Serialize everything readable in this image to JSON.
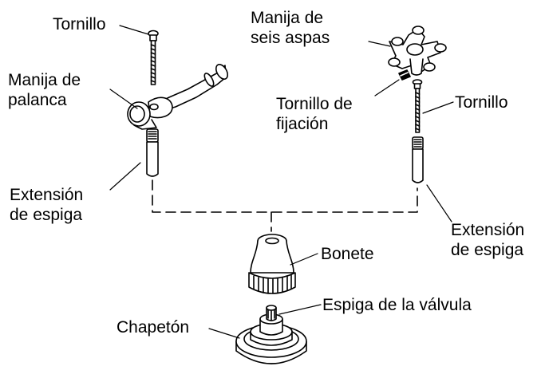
{
  "diagram": {
    "labels": {
      "tornillo_left": "Tornillo",
      "manija_palanca_1": "Manija de",
      "manija_palanca_2": "palanca",
      "extension_left_1": "Extensión",
      "extension_left_2": "de espiga",
      "manija_seis_1": "Manija de",
      "manija_seis_2": "seis aspas",
      "tornillo_fijacion_1": "Tornillo de",
      "tornillo_fijacion_2": "fijación",
      "tornillo_right": "Tornillo",
      "extension_right_1": "Extensión",
      "extension_right_2": "de espiga",
      "bonete": "Bonete",
      "espiga_valvula": "Espiga de la válvula",
      "chapeton": "Chapetón"
    },
    "colors": {
      "line": "#000000",
      "background": "#ffffff",
      "fill": "#ffffff"
    }
  }
}
